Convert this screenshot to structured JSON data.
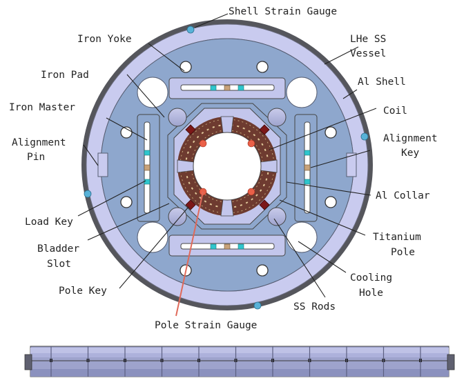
{
  "labels": {
    "shell_strain_gauge": "Shell Strain Gauge",
    "iron_yoke": "Iron Yoke",
    "lhe_ss_vessel_1": "LHe SS",
    "lhe_ss_vessel_2": "Vessel",
    "iron_pad": "Iron Pad",
    "al_shell": "Al Shell",
    "iron_master": "Iron Master",
    "coil": "Coil",
    "alignment_pin_1": "Alignment",
    "alignment_pin_2": "Pin",
    "alignment_key_1": "Alignment",
    "alignment_key_2": "Key",
    "al_collar": "Al Collar",
    "load_key": "Load Key",
    "bladder_slot_1": "Bladder",
    "bladder_slot_2": "Slot",
    "titanium_pole_1": "Titanium",
    "titanium_pole_2": "Pole",
    "pole_key": "Pole Key",
    "cooling_hole_1": "Cooling",
    "cooling_hole_2": "Hole",
    "ss_rods": "SS Rods",
    "pole_strain_gauge": "Pole Strain Gauge"
  },
  "colors": {
    "vessel": "#55565c",
    "shell": "#c9cbef",
    "yoke": "#8ea7cd",
    "collar": "#c3c6ec",
    "coil": "#6e3b30",
    "gauge": "#58b2d8",
    "pole_gauge": "#ea6048",
    "key_cyan": "#2ec6cd",
    "key_tan": "#c8a27a",
    "pole_dark": "#7c1818"
  },
  "icons": [
    "shell-strain-gauge-icon",
    "pole-strain-gauge-icon",
    "alignment-key-icon",
    "load-key-icon"
  ]
}
